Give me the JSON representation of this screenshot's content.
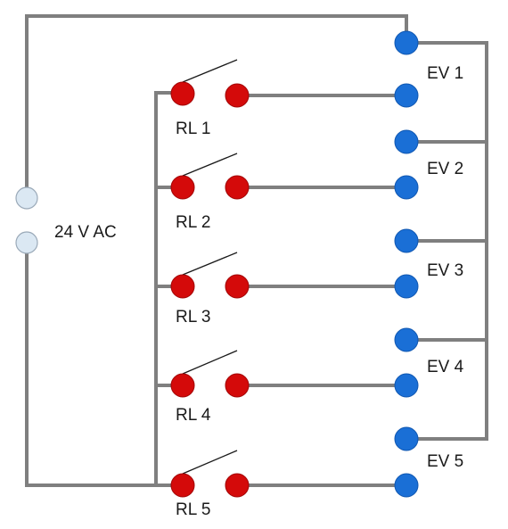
{
  "supply": {
    "label": "24 V AC",
    "terminal_color": "#dbe8f3"
  },
  "relays": [
    {
      "label": "RL 1"
    },
    {
      "label": "RL 2"
    },
    {
      "label": "RL 3"
    },
    {
      "label": "RL 4"
    },
    {
      "label": "RL 5"
    }
  ],
  "valves": [
    {
      "label": "EV 1"
    },
    {
      "label": "EV 2"
    },
    {
      "label": "EV 3"
    },
    {
      "label": "EV 4"
    },
    {
      "label": "EV 5"
    }
  ],
  "colors": {
    "wire": "#7f7f7f",
    "relay_contact": "#d40a0a",
    "valve_terminal": "#1a6fd6",
    "switch_arm": "#1a1a1a"
  }
}
